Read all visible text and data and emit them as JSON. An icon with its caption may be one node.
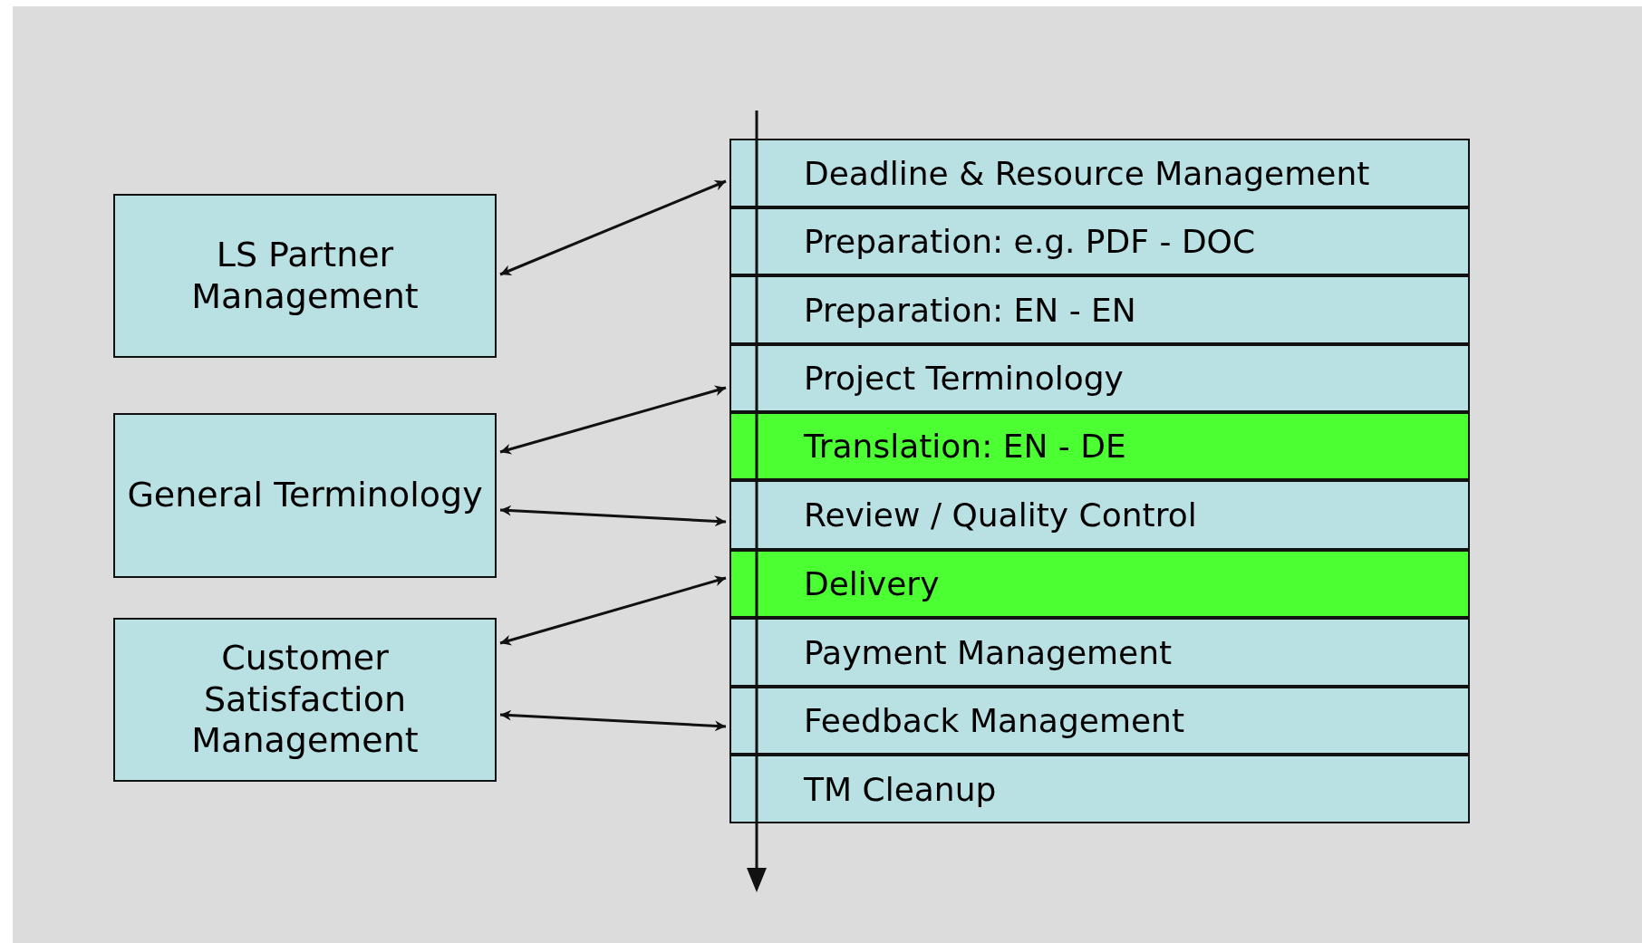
{
  "diagram": {
    "nodes": [
      {
        "text": [
          "LS Partner Management"
        ]
      },
      {
        "text": [
          "General Terminology"
        ]
      },
      {
        "text": [
          "Customer Satisfaction Management"
        ]
      },
      {
        "text": [
          "Deadline & Resource Management"
        ]
      },
      {
        "text": [
          "Preparation: e.g. PDF - DOC"
        ]
      },
      {
        "text": [
          "Preparation: EN - EN"
        ]
      },
      {
        "text": [
          "Project Terminology"
        ]
      },
      {
        "text": [
          "Translation: EN - DE"
        ]
      },
      {
        "text": [
          "Review / Quality Control"
        ]
      },
      {
        "text": [
          "Delivery"
        ]
      },
      {
        "text": [
          "Payment Management"
        ]
      },
      {
        "text": [
          "Feedback Management"
        ]
      },
      {
        "text": [
          "TM Cleanup"
        ]
      }
    ],
    "edges": [
      {
        "from": 0,
        "to": 3,
        "arrow": "both"
      },
      {
        "from": 1,
        "to": 6,
        "arrow": "both"
      },
      {
        "from": 1,
        "to": 8,
        "arrow": "both"
      },
      {
        "from": 2,
        "to": 9,
        "arrow": "both"
      },
      {
        "from": 2,
        "to": 11,
        "arrow": "both"
      }
    ]
  }
}
